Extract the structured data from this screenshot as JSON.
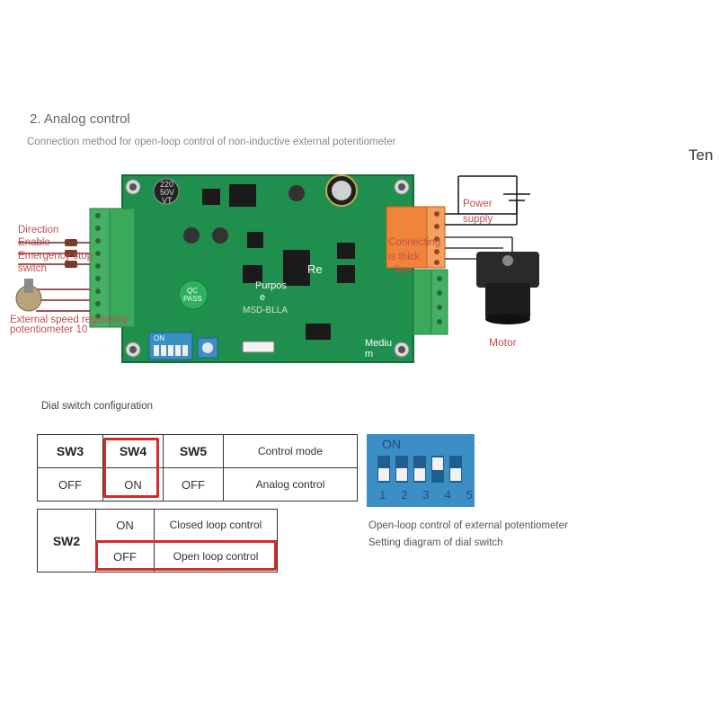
{
  "heading": {
    "title": "2. Analog control",
    "subtitle": "Connection method for open-loop control of non-inductive external potentiometer",
    "cutoff_text": "Ten"
  },
  "board": {
    "labels": {
      "direction": "Direction",
      "enable": "Enable",
      "emergency": "Emergency stop",
      "switch": "switch",
      "ext_speed": "External speed regulating",
      "potentiometer": "potentiometer 10",
      "power": "Power",
      "supply": "supply",
      "connecting": "Connecting",
      "thick": "is thick",
      "line": "line",
      "motor": "Motor",
      "purpose": "Purpos",
      "purpose_e": "e",
      "re": "Re",
      "medium": "Mediu",
      "medium2": "m",
      "cap_top": "220",
      "cap_mid": "50V",
      "cap_bot": "VT",
      "qc": "QC",
      "pass": "PASS",
      "model": "MSD-BLLA",
      "dip_on": "ON"
    }
  },
  "dial": {
    "title": "Dial switch configuration",
    "table1": {
      "headers": [
        "SW3",
        "SW4",
        "SW5",
        "Control mode"
      ],
      "row": [
        "OFF",
        "ON",
        "OFF",
        "Analog control"
      ]
    },
    "table2": {
      "label": "SW2",
      "rows": [
        [
          "ON",
          "Closed loop control"
        ],
        [
          "OFF",
          "Open loop control"
        ]
      ]
    },
    "dip": {
      "on_label": "ON",
      "numbers": [
        "1",
        "2",
        "3",
        "4",
        "5"
      ],
      "positions": [
        "off",
        "off",
        "off",
        "on",
        "off"
      ]
    },
    "caption_line1": "Open-loop control of external potentiometer",
    "caption_line2": "Setting diagram of dial switch"
  },
  "colors": {
    "pcb": "#1f8f4e",
    "terminal_green": "#3aa95a",
    "terminal_orange": "#f0843a",
    "highlight": "#d62a2a",
    "dip_blue": "#3b8fc5"
  }
}
